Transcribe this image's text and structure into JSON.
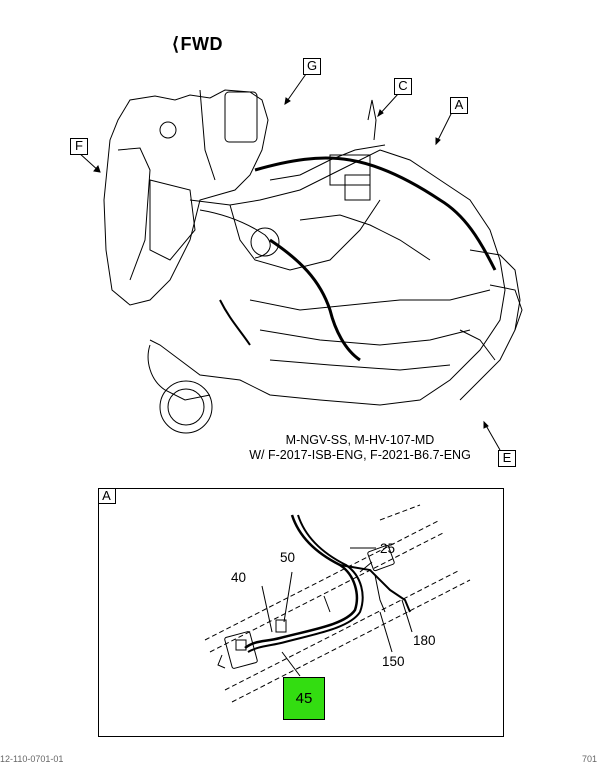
{
  "header": {
    "fwd_label": "FWD"
  },
  "main_view": {
    "callouts": [
      "F",
      "G",
      "C",
      "A",
      "E"
    ],
    "caption_line1": "M-NGV-SS, M-HV-107-MD",
    "caption_line2": "W/ F-2017-ISB-ENG, F-2021-B6.7-ENG"
  },
  "detail_view": {
    "tag": "A",
    "part_numbers": [
      "25",
      "50",
      "40",
      "180",
      "150",
      "45"
    ],
    "highlighted_part": "45",
    "highlight_color": "#33dd11"
  },
  "footer": {
    "left_text": "12-110-0701-01",
    "right_text": "701"
  }
}
